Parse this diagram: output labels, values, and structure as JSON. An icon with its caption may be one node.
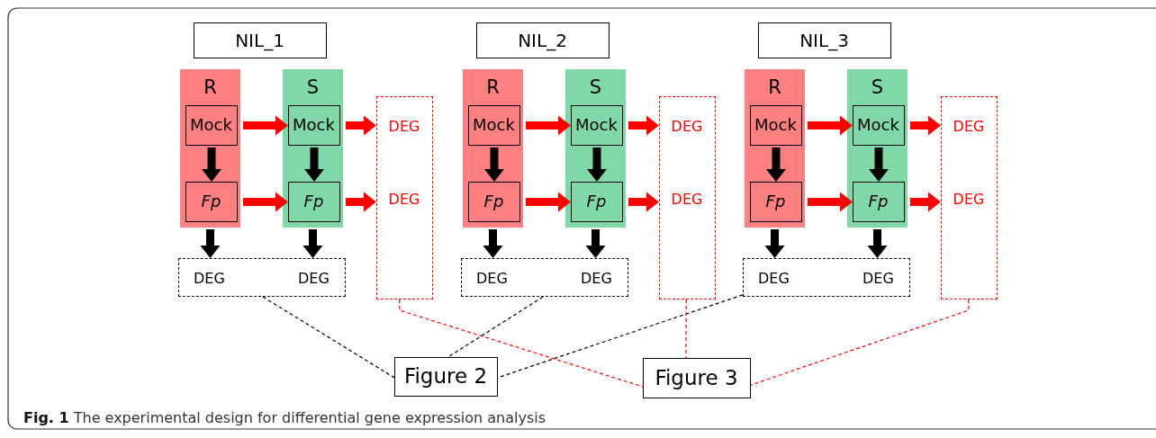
{
  "diagram": {
    "caption": "**Fig. 1** The experimental design for differential gene expression analysis",
    "nodes": [
      {
        "text": [
          "NIL_1"
        ]
      },
      {
        "text": [
          "R"
        ]
      },
      {
        "text": [
          "Mock"
        ],
        "in": 1
      },
      {
        "text": [
          "Fp"
        ],
        "in": 1
      },
      {
        "text": [
          "S"
        ]
      },
      {
        "text": [
          "Mock"
        ],
        "in": 4
      },
      {
        "text": [
          "Fp"
        ],
        "in": 4
      },
      {
        "text": [
          "DEG",
          "DEG"
        ]
      },
      {
        "text": [
          "DEG",
          "DEG"
        ]
      },
      {
        "text": [
          "NIL_2"
        ]
      },
      {
        "text": [
          "R"
        ]
      },
      {
        "text": [
          "Mock"
        ],
        "in": 10
      },
      {
        "text": [
          "Fp"
        ],
        "in": 10
      },
      {
        "text": [
          "S"
        ]
      },
      {
        "text": [
          "Mock"
        ],
        "in": 13
      },
      {
        "text": [
          "Fp"
        ],
        "in": 13
      },
      {
        "text": [
          "DEG",
          "DEG"
        ]
      },
      {
        "text": [
          "DEG",
          "DEG"
        ]
      },
      {
        "text": [
          "NIL_3"
        ]
      },
      {
        "text": [
          "R"
        ]
      },
      {
        "text": [
          "Mock"
        ],
        "in": 19
      },
      {
        "text": [
          "Fp"
        ],
        "in": 19
      },
      {
        "text": [
          "S"
        ]
      },
      {
        "text": [
          "Mock"
        ],
        "in": 22
      },
      {
        "text": [
          "Fp"
        ],
        "in": 22
      },
      {
        "text": [
          "DEG",
          "DEG"
        ]
      },
      {
        "text": [
          "DEG",
          "DEG"
        ]
      },
      {
        "text": [
          "Figure 2"
        ]
      },
      {
        "text": [
          "Figure 3"
        ]
      }
    ],
    "edges": [
      {
        "from": 2,
        "to": 5,
        "arrow": "to",
        "color": "#ff0000"
      },
      {
        "from": 3,
        "to": 6,
        "arrow": "to",
        "color": "#ff0000"
      },
      {
        "from": 5,
        "to": 7,
        "arrow": "to",
        "color": "#ff0000"
      },
      {
        "from": 6,
        "to": 7,
        "arrow": "to",
        "color": "#ff0000"
      },
      {
        "from": 2,
        "to": 3,
        "arrow": "to",
        "color": "#000000"
      },
      {
        "from": 5,
        "to": 6,
        "arrow": "to",
        "color": "#000000"
      },
      {
        "from": 1,
        "to": 8,
        "arrow": "to",
        "color": "#000000"
      },
      {
        "from": 4,
        "to": 8,
        "arrow": "to",
        "color": "#000000"
      },
      {
        "from": 11,
        "to": 14,
        "arrow": "to",
        "color": "#ff0000"
      },
      {
        "from": 12,
        "to": 15,
        "arrow": "to",
        "color": "#ff0000"
      },
      {
        "from": 14,
        "to": 16,
        "arrow": "to",
        "color": "#ff0000"
      },
      {
        "from": 15,
        "to": 16,
        "arrow": "to",
        "color": "#ff0000"
      },
      {
        "from": 11,
        "to": 12,
        "arrow": "to",
        "color": "#000000"
      },
      {
        "from": 14,
        "to": 15,
        "arrow": "to",
        "color": "#000000"
      },
      {
        "from": 10,
        "to": 17,
        "arrow": "to",
        "color": "#000000"
      },
      {
        "from": 13,
        "to": 17,
        "arrow": "to",
        "color": "#000000"
      },
      {
        "from": 20,
        "to": 23,
        "arrow": "to",
        "color": "#ff0000"
      },
      {
        "from": 21,
        "to": 24,
        "arrow": "to",
        "color": "#ff0000"
      },
      {
        "from": 23,
        "to": 25,
        "arrow": "to",
        "color": "#ff0000"
      },
      {
        "from": 24,
        "to": 25,
        "arrow": "to",
        "color": "#ff0000"
      },
      {
        "from": 20,
        "to": 21,
        "arrow": "to",
        "color": "#000000"
      },
      {
        "from": 23,
        "to": 24,
        "arrow": "to",
        "color": "#000000"
      },
      {
        "from": 19,
        "to": 26,
        "arrow": "to",
        "color": "#000000"
      },
      {
        "from": 22,
        "to": 26,
        "arrow": "to",
        "color": "#000000"
      },
      {
        "from": 8,
        "to": 27,
        "arrow": "none",
        "style": "dashed",
        "color": "#000000"
      },
      {
        "from": 17,
        "to": 27,
        "arrow": "none",
        "style": "dashed",
        "color": "#000000"
      },
      {
        "from": 26,
        "to": 27,
        "arrow": "none",
        "style": "dashed",
        "color": "#000000"
      },
      {
        "from": 7,
        "to": 28,
        "arrow": "none",
        "style": "dashed",
        "color": "#ff0000"
      },
      {
        "from": 16,
        "to": 28,
        "arrow": "none",
        "style": "dashed",
        "color": "#ff0000"
      },
      {
        "from": 25,
        "to": 28,
        "arrow": "none",
        "style": "dashed",
        "color": "#ff0000"
      }
    ]
  }
}
